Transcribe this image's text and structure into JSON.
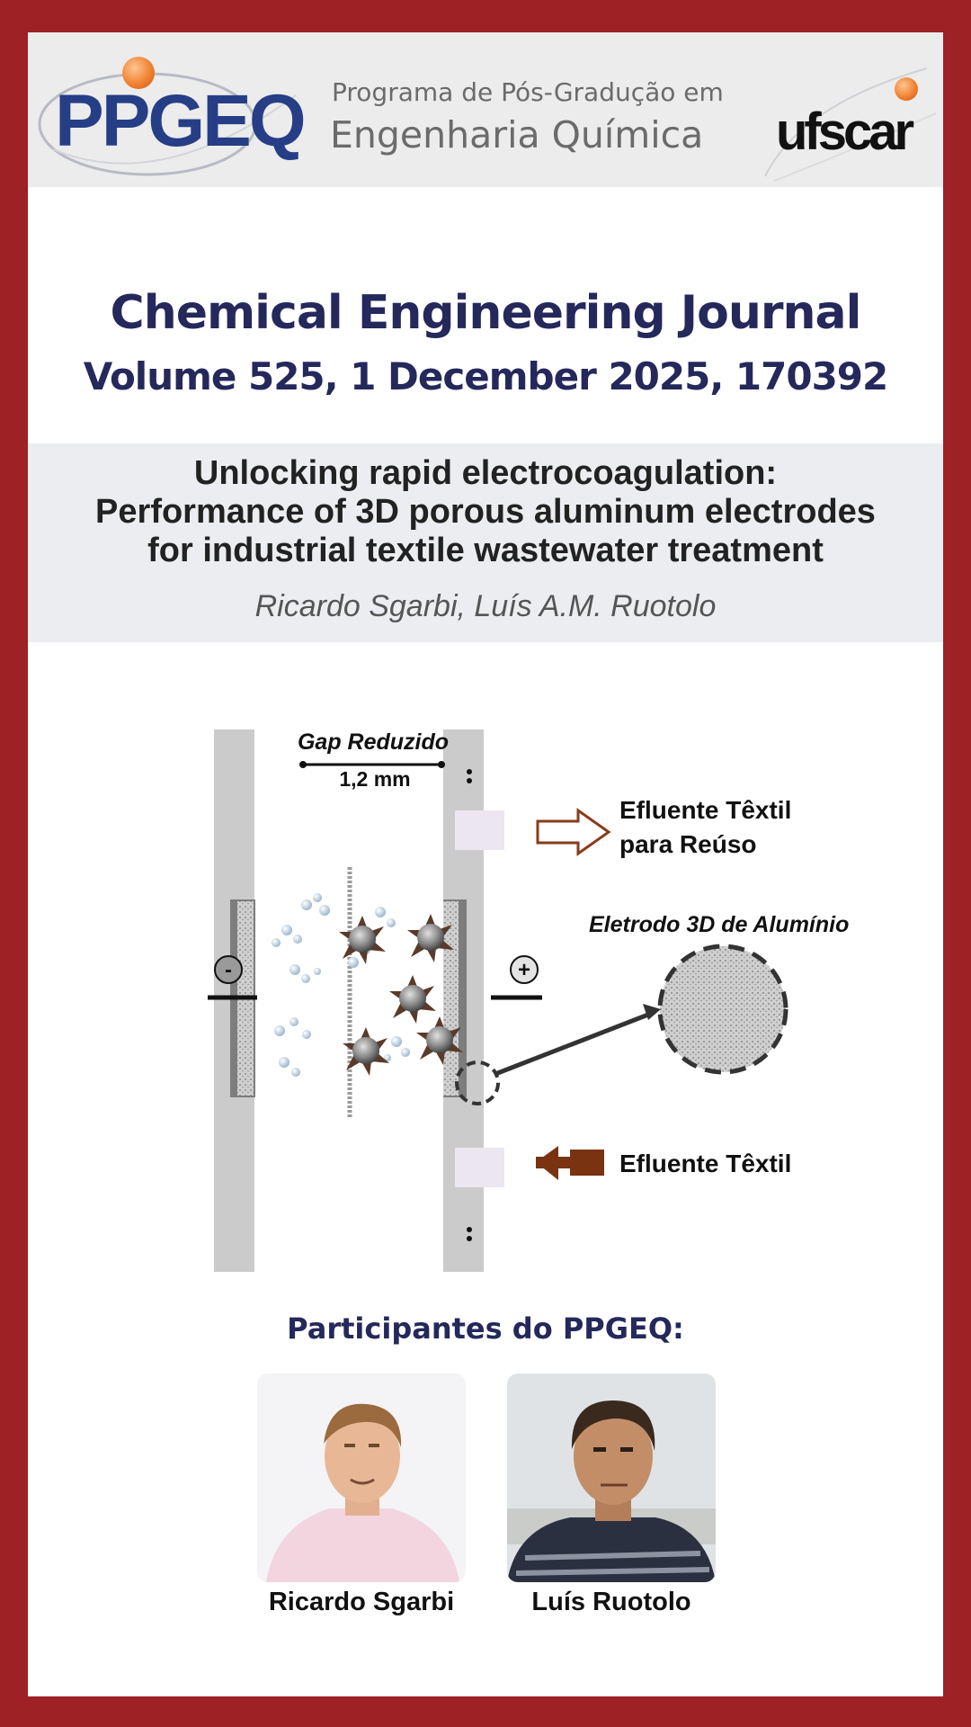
{
  "header": {
    "logo_left": "PPGEQ",
    "program_line1": "Programa de Pós-Gradução em",
    "program_line2": "Engenharia Química",
    "logo_right": "ufscar"
  },
  "journal": {
    "title": "Chemical Engineering Journal",
    "volume": "Volume 525, 1 December 2025, 170392"
  },
  "paper": {
    "title_lines": [
      "Unlocking rapid electrocoagulation:",
      "Performance of 3D porous aluminum electrodes",
      "for industrial textile wastewater treatment"
    ],
    "authors": "Ricardo Sgarbi, Luís A.M. Ruotolo"
  },
  "figure": {
    "gap_label": "Gap Reduzido",
    "gap_value": "1,2 mm",
    "outlet_line1": "Efluente Têxtil",
    "outlet_line2": "para Reúso",
    "electrode_label": "Eletrodo 3D de Alumínio",
    "inlet_label": "Efluente Têxtil",
    "minus_sign": "-",
    "plus_sign": "+"
  },
  "participants": {
    "title": "Participantes do PPGEQ:",
    "people": [
      {
        "name": "Ricardo Sgarbi",
        "photo_icon": "person-photo"
      },
      {
        "name": "Luís Ruotolo",
        "photo_icon": "person-photo"
      }
    ]
  },
  "colors": {
    "frame": "#9e2126",
    "header_bg": "#ececec",
    "navy": "#25285b",
    "logo_blue": "#263e86",
    "orange": "#ee7d2b",
    "title_band": "#ecedf0",
    "arrow_brown": "#7a3311"
  }
}
